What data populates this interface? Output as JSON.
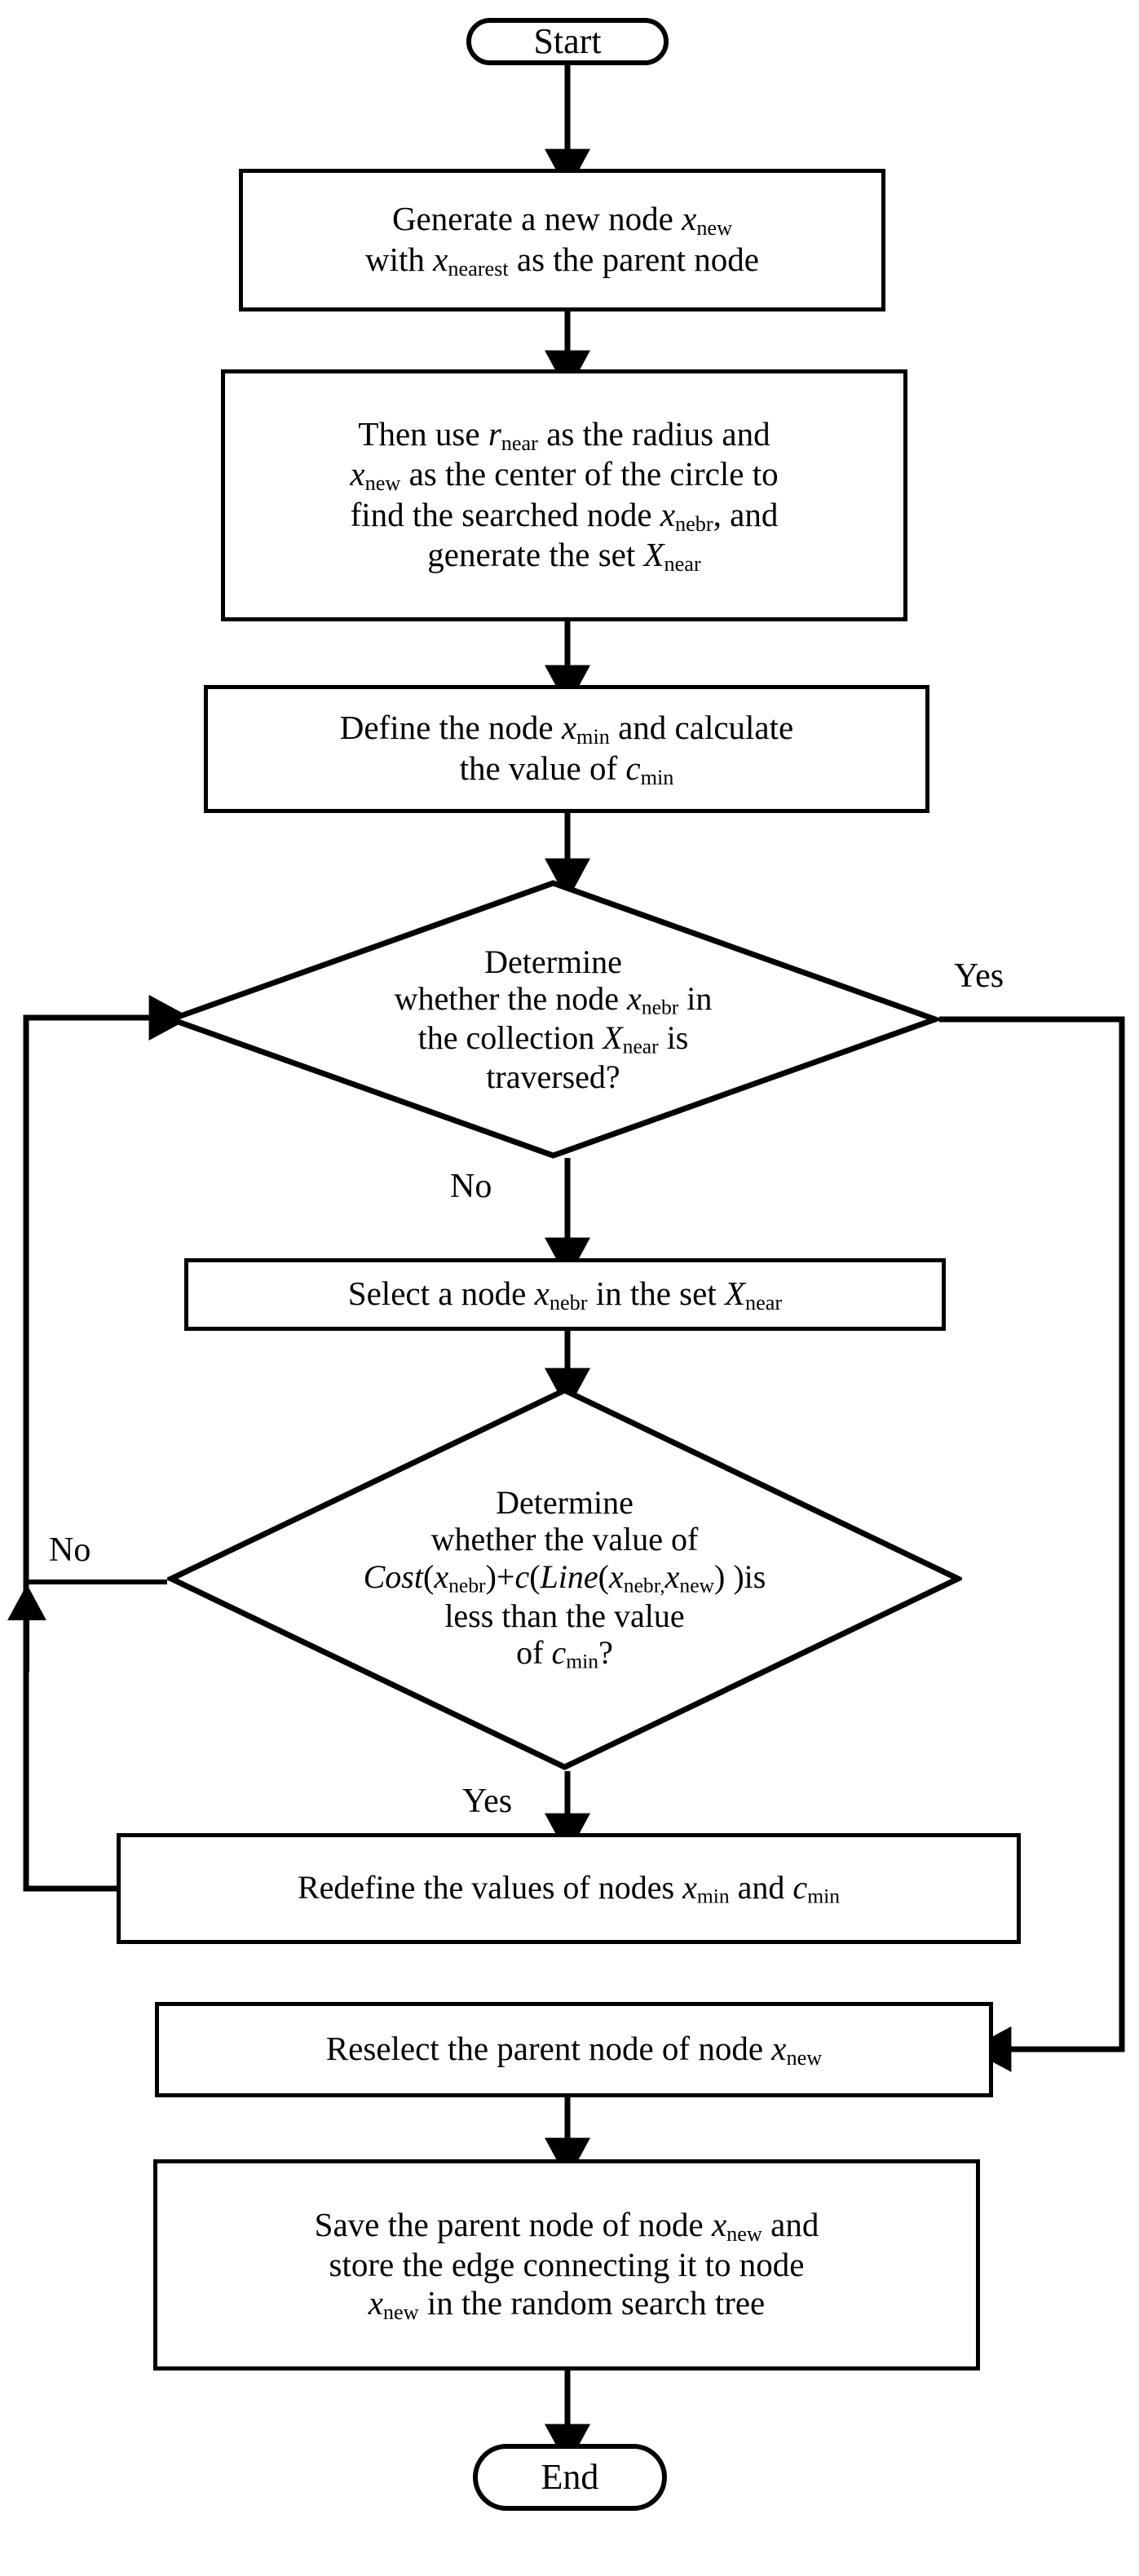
{
  "diagram": {
    "title": "RRT* parent-reselection flowchart",
    "stroke_color": "#000000",
    "fill_color": "#ffffff",
    "background": "#ffffff"
  },
  "nodes": {
    "start": {
      "label": "Start",
      "shape": "terminal"
    },
    "box1": {
      "label": "Generate a new node xnew\nwith xnearest as the parent node",
      "shape": "process"
    },
    "box2": {
      "label": "Then use rnear as the radius and\nxnew as the center of the circle to\nfind the searched node xnebr, and\ngenerate the set Xnear",
      "shape": "process"
    },
    "box3": {
      "label": "Define the node xmin and calculate\nthe value of cmin",
      "shape": "process"
    },
    "diamond1": {
      "label": "Determine\nwhether the node xnebr in\nthe collection Xnear is\ntraversed?",
      "shape": "decision"
    },
    "box4": {
      "label": "Select a node xnebr in the set Xnear",
      "shape": "process"
    },
    "diamond2": {
      "label": "Determine\nwhether the value of\nCost(xnebr)+c(Line(xnebr,xnew) )is\nless than the value\nof cmin?",
      "shape": "decision"
    },
    "box5": {
      "label": "Redefine the values of nodes xmin and cmin",
      "shape": "process"
    },
    "box6": {
      "label": "Reselect the parent node of node xnew",
      "shape": "process"
    },
    "box7": {
      "label": "Save the parent node of node xnew and\nstore the edge connecting it to node\nxnew in the random search tree",
      "shape": "process"
    },
    "end": {
      "label": "End",
      "shape": "terminal"
    }
  },
  "branch_labels": {
    "diamond1_yes": "Yes",
    "diamond1_no": "No",
    "diamond2_yes": "Yes",
    "diamond2_no": "No"
  },
  "edges": [
    {
      "from": "start",
      "to": "box1",
      "label": ""
    },
    {
      "from": "box1",
      "to": "box2",
      "label": ""
    },
    {
      "from": "box2",
      "to": "box3",
      "label": ""
    },
    {
      "from": "box3",
      "to": "diamond1",
      "label": ""
    },
    {
      "from": "diamond1",
      "to": "box4",
      "label": "No"
    },
    {
      "from": "diamond1",
      "to": "box6",
      "label": "Yes"
    },
    {
      "from": "box4",
      "to": "diamond2",
      "label": ""
    },
    {
      "from": "diamond2",
      "to": "box5",
      "label": "Yes"
    },
    {
      "from": "diamond2",
      "to": "diamond1",
      "label": "No"
    },
    {
      "from": "box5",
      "to": "diamond1",
      "label": ""
    },
    {
      "from": "box6",
      "to": "box7",
      "label": ""
    },
    {
      "from": "box7",
      "to": "end",
      "label": ""
    }
  ]
}
